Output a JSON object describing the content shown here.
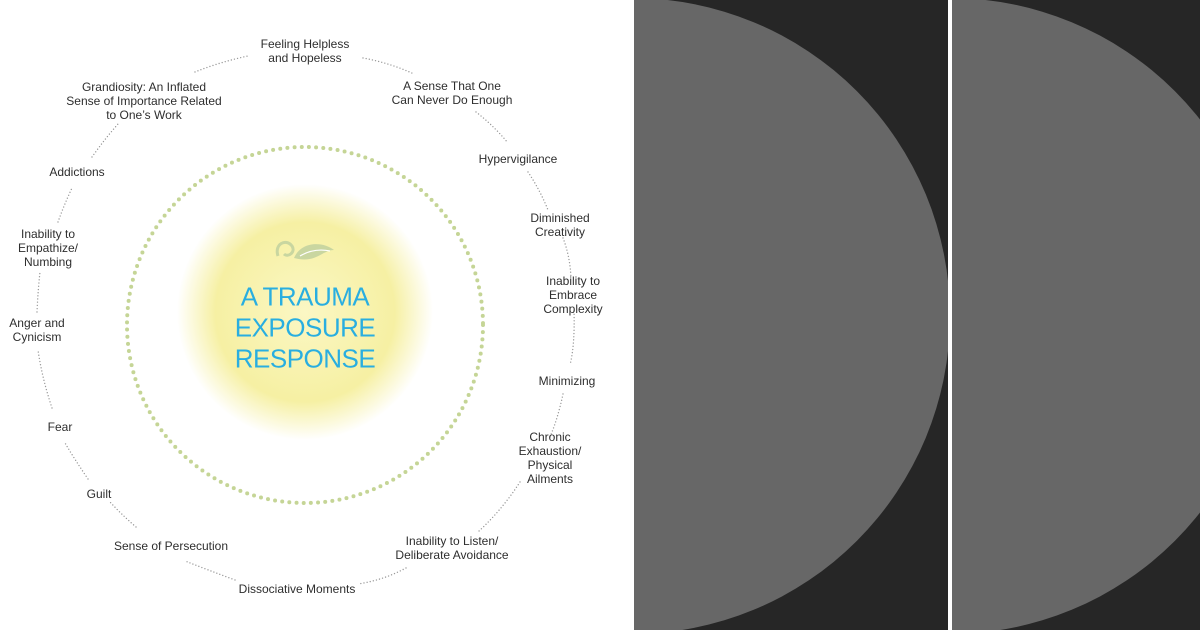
{
  "diagram": {
    "center_title_lines": [
      "A TRAUMA",
      "EXPOSURE",
      "RESPONSE"
    ],
    "items": [
      {
        "text": "Feeling Helpless\nand Hopeless"
      },
      {
        "text": "A Sense That One\nCan Never Do Enough"
      },
      {
        "text": "Hypervigilance"
      },
      {
        "text": "Diminished Creativity"
      },
      {
        "text": "Inability to Embrace\nComplexity"
      },
      {
        "text": "Minimizing"
      },
      {
        "text": "Chronic Exhaustion/\nPhysical Ailments"
      },
      {
        "text": "Inability to Listen/\nDeliberate Avoidance"
      },
      {
        "text": "Dissociative Moments"
      },
      {
        "text": "Sense of Persecution"
      },
      {
        "text": "Guilt"
      },
      {
        "text": "Fear"
      },
      {
        "text": "Anger and\nCynicism"
      },
      {
        "text": "Inability to\nEmpathize/\nNumbing"
      },
      {
        "text": "Addictions"
      },
      {
        "text": "Grandiosity: An Inflated\nSense of Importance Related\nto One’s Work"
      }
    ],
    "colors": {
      "title": "#29aee0",
      "glow": "#f6f0a3",
      "dot_ring": "#c5d596",
      "connector": "#9a9a9a",
      "leaf_icon": "#c9d6a0"
    },
    "icons": {
      "center": "leaf-swirl-icon"
    }
  },
  "panels": {
    "colors": {
      "background": "#2b2b2b",
      "disc": "#676767",
      "divider": "#ffffff"
    }
  }
}
